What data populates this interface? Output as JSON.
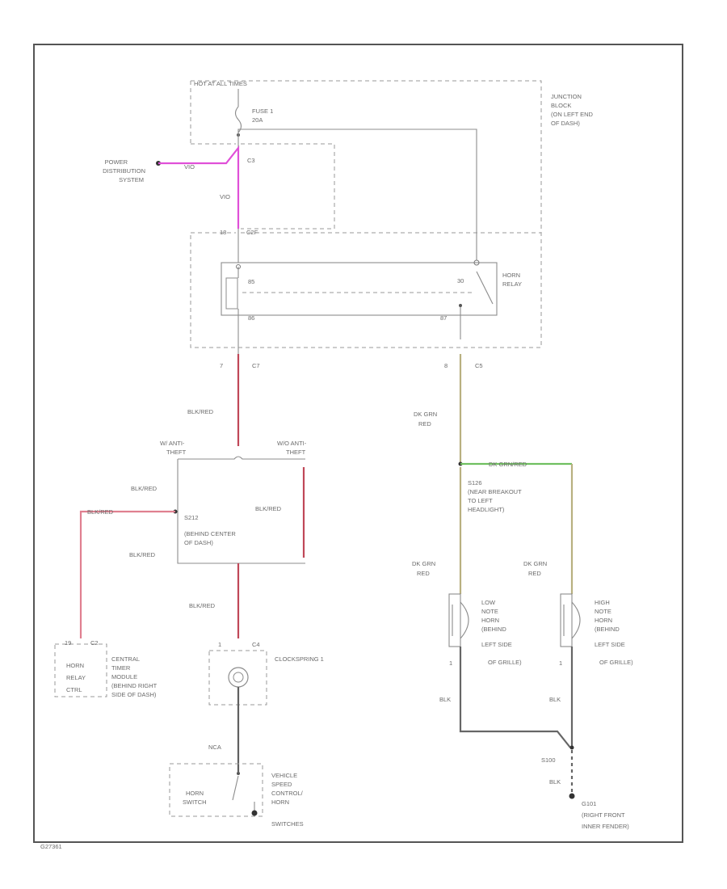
{
  "diagram": {
    "frame_label": "",
    "colors": {
      "vio": "#e050d8",
      "blk_red": "#c04858",
      "blk_red_light": "#e08090",
      "dk_grn_red": "#b8b080",
      "dk_grn_red_green": "#70c060",
      "frame": "#555555",
      "line": "#8c8c8c"
    },
    "labels": {
      "hot_at_all_times": "HOT AT ALL TIMES",
      "fuse": "FUSE 1",
      "fuse_rating": "20A",
      "junction_block": "JUNCTION BLOCK (ON LEFT END OF DASH)",
      "junction_block_lines": [
        "JUNCTION",
        "BLOCK",
        "(ON LEFT END",
        "OF DASH)"
      ],
      "power_distribution_lines": [
        "POWER",
        "DISTRIBUTION",
        "SYSTEM"
      ],
      "vio_top": "VIO",
      "vio_vertical": "VIO",
      "connector_c3": "C3",
      "pin_18": "18",
      "connector_c2f": "C2F",
      "pin_30": "30",
      "pin_85": "85",
      "pin_86": "86",
      "pin_87": "87",
      "horn_relay_lines": [
        "HORN",
        "RELAY"
      ],
      "pin_7": "7",
      "connector_c7": "C7",
      "pin_8": "8",
      "connector_c5": "C5",
      "wire_blk_red_1": "BLK/RED",
      "w_anti_theft": [
        "W/ ANTI-",
        "THEFT"
      ],
      "wo_anti_theft": [
        "W/O ANTI-",
        "THEFT"
      ],
      "wire_blk_red_2": "BLK/RED",
      "wire_blk_red_3": "BLK/RED",
      "wire_blk_red_4": "BLK/RED",
      "wire_blk_red_5": "BLK/RED",
      "wire_blk_red_6": "BLK/RED",
      "splice_s212": [
        "S212",
        "(BEHIND CENTER",
        "OF DASH)"
      ],
      "central_timer_pins": [
        "19",
        "C2"
      ],
      "horn_relay_ctrl": [
        "HORN",
        "RELAY",
        "CTRL"
      ],
      "central_timer_lines": [
        "CENTRAL",
        "TIMER",
        "MODULE",
        "(BEHIND RIGHT",
        "SIDE OF DASH)"
      ],
      "clockspring_pins": [
        "1",
        "C4"
      ],
      "clockspring": "CLOCKSPRING 1",
      "wire_nca": "NCA",
      "horn_switch": [
        "HORN",
        "SWITCH"
      ],
      "vehicle_speed_control": [
        "VEHICLE",
        "SPEED",
        "CONTROL/",
        "HORN",
        "SWITCHES"
      ],
      "wire_dk_grn_red_1": [
        "DK GRN",
        "RED"
      ],
      "wire_dk_grn_red_top": "DK GRN/RED",
      "splice_s126": [
        "S126",
        "(NEAR BREAKOUT",
        "TO LEFT",
        "HEADLIGHT)"
      ],
      "wire_dk_grn_red_2": [
        "DK GRN",
        "RED"
      ],
      "wire_dk_grn_red_3": [
        "DK GRN",
        "RED"
      ],
      "low_note_horn": [
        "LOW",
        "NOTE",
        "HORN",
        "(BEHIND",
        "LEFT SIDE",
        "OF GRILLE)"
      ],
      "high_note_horn": [
        "HIGH",
        "NOTE",
        "HORN",
        "(BEHIND",
        "LEFT SIDE",
        "OF GRILLE)"
      ],
      "pin_1_low": "1",
      "pin_1_high": "1",
      "wire_blk_1": "BLK",
      "wire_blk_2": "BLK",
      "splice_s100": "S100",
      "wire_blk_3": "BLK",
      "ground_g101": [
        "G101",
        "(RIGHT FRONT",
        "INNER FENDER)"
      ],
      "corner_code": "G27361"
    }
  }
}
